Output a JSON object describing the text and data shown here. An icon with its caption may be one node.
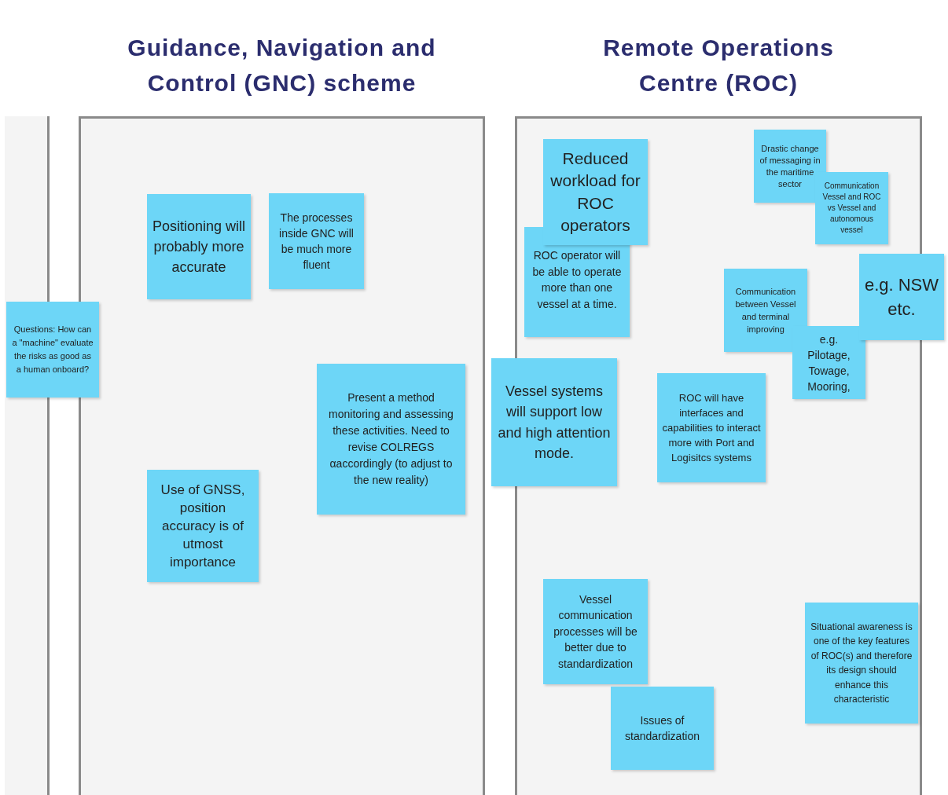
{
  "diagram": {
    "nodes": [
      {
        "text": [],
        "shape": "box"
      },
      {
        "text": [
          "Guidance, Navigation and Control (GNC) scheme"
        ]
      },
      {
        "text": [
          "Remote Operations Centre (ROC)"
        ]
      },
      {
        "text": [
          "Questions: How can a \"machine\" evaluate the risks as good as a human onboard?"
        ]
      },
      {
        "text": [
          "Positioning will probably more accurate"
        ],
        "in": 1
      },
      {
        "text": [
          "The processes inside GNC will be much more fluent"
        ],
        "in": 1
      },
      {
        "text": [
          "Present a method monitoring and assessing these activities. Need to revise COLREGS αaccordingly (to adjust to the new reality)"
        ],
        "in": 1
      },
      {
        "text": [
          "Use of GNSS, position accuracy is of utmost importance"
        ],
        "in": 1
      },
      {
        "text": [
          "Reduced workload for ROC operators"
        ],
        "in": 2
      },
      {
        "text": [
          "ROC operator will be able to operate more than one vessel at a time."
        ],
        "in": 2
      },
      {
        "text": [
          "Drastic change of messaging in the maritime sector"
        ],
        "in": 2
      },
      {
        "text": [
          "Communication Vessel and ROC vs Vessel and autonomous vessel"
        ],
        "in": 2
      },
      {
        "text": [
          "Communication between Vessel and terminal improving"
        ],
        "in": 2
      },
      {
        "text": [
          "e.g. Pilotage, Towage, Mooring,"
        ],
        "in": 2
      },
      {
        "text": [
          "e.g. NSW etc."
        ]
      },
      {
        "text": [
          "Vessel systems will support low and high attention mode."
        ]
      },
      {
        "text": [
          "ROC will have interfaces and capabilities to interact more with Port and Logisitcs systems"
        ],
        "in": 2
      },
      {
        "text": [
          "Vessel communication processes will be better due to standardization"
        ],
        "in": 2
      },
      {
        "text": [
          "Issues of standardization"
        ],
        "in": 2
      },
      {
        "text": [
          "Situational awareness is one of the key features of ROC(s) and therefore its design should enhance this characteristic"
        ],
        "in": 2
      }
    ],
    "edges": []
  }
}
